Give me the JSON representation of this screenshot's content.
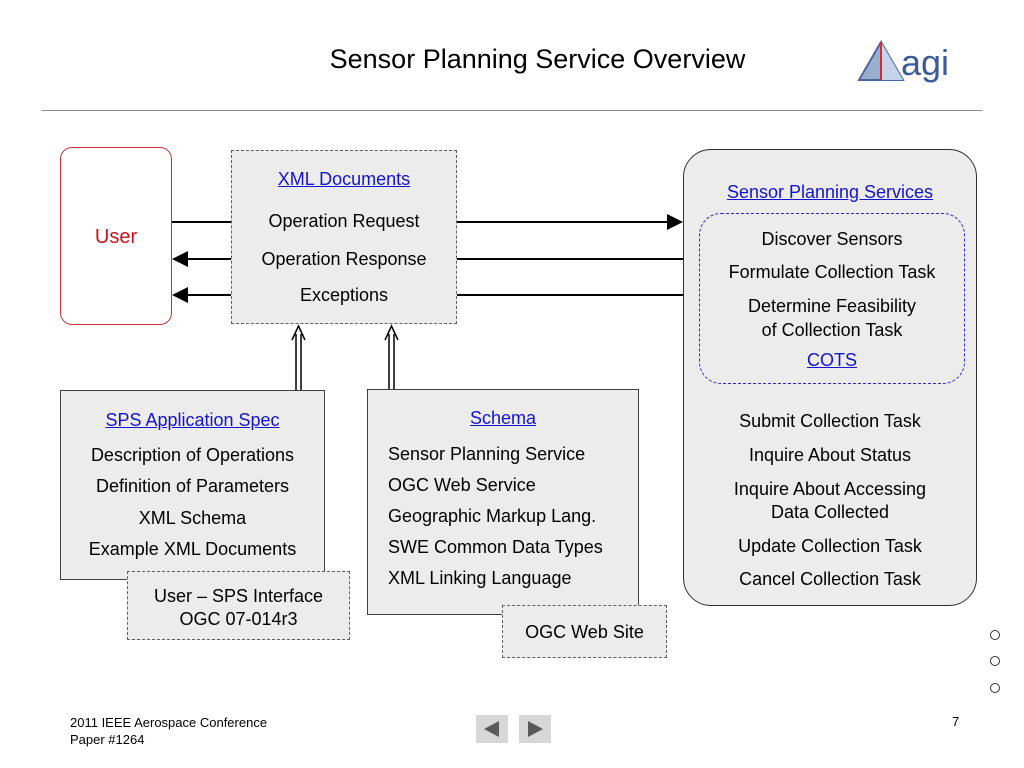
{
  "title": "Sensor Planning Service Overview",
  "logo": {
    "text": "agi"
  },
  "user": {
    "label": "User"
  },
  "xml_documents": {
    "heading": "XML Documents",
    "items": [
      "Operation Request",
      "Operation Response",
      "Exceptions"
    ]
  },
  "sensor_planning_services": {
    "heading": "Sensor Planning Services",
    "cots_items": [
      "Discover Sensors",
      "Formulate Collection Task",
      "Determine Feasibility",
      "of Collection Task"
    ],
    "cots_label": "COTS",
    "items": [
      "Submit Collection Task",
      "Inquire About Status",
      "Inquire About Accessing",
      "Data Collected",
      "Update Collection Task",
      "Cancel Collection Task"
    ]
  },
  "sps_application_spec": {
    "heading": "SPS Application Spec",
    "items": [
      "Description of Operations",
      "Definition of Parameters",
      "XML Schema",
      "Example XML Documents"
    ]
  },
  "schema": {
    "heading": "Schema",
    "items": [
      "Sensor Planning Service",
      "OGC Web Service",
      "Geographic Markup Lang.",
      "SWE Common Data Types",
      "XML Linking Language"
    ]
  },
  "interface_doc": {
    "line1": "User – SPS Interface",
    "line2": "OGC 07-014r3"
  },
  "ogc_web_site": {
    "label": "OGC Web Site"
  },
  "footer": {
    "line1": "2011 IEEE Aerospace Conference",
    "line2": "Paper #1264"
  },
  "page_number": "7",
  "nav": {
    "prev_icon": "triangle-left-icon",
    "next_icon": "triangle-right-icon"
  },
  "colors": {
    "link": "#1414cc",
    "user": "#c8141e",
    "box_fill": "#ececec"
  }
}
